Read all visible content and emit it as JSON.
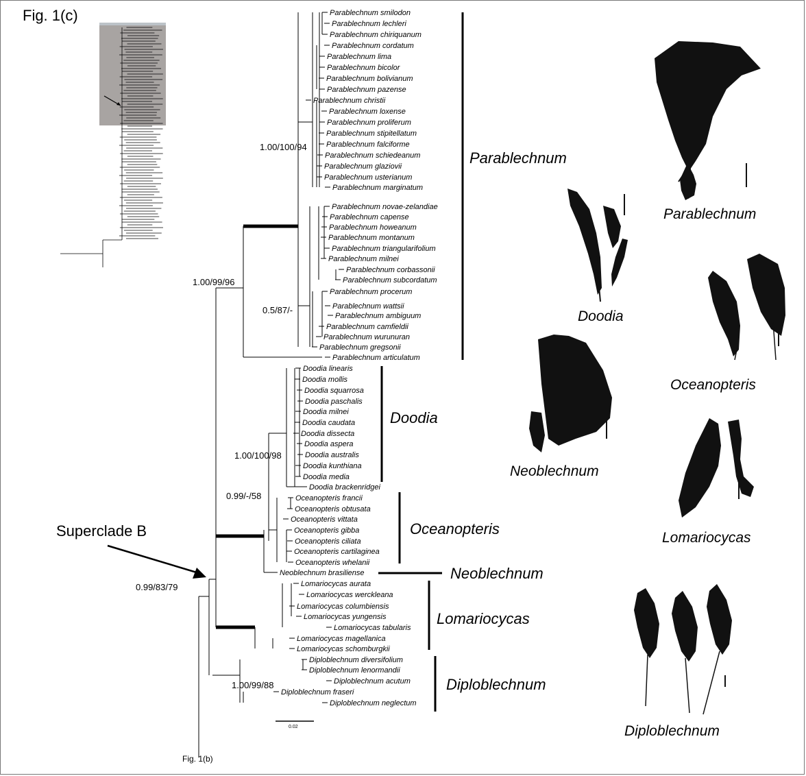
{
  "labels": {
    "fig_1c": "Fig. 1(c)",
    "fig_1b": "Fig. 1(b)",
    "superclade": "Superclade B",
    "scale_value": "0.02"
  },
  "support_values": {
    "parablechnum": "1.00/100/94",
    "root_para": "1.00/99/96",
    "para_sub": "0.5/87/-",
    "doodia": "1.00/100/98",
    "doodia_ocean": "0.99/-/58",
    "superclade_b": "0.99/83/79",
    "diploblechnum": "1.00/99/88"
  },
  "clades": {
    "parablechnum": "Parablechnum",
    "doodia": "Doodia",
    "oceanopteris": "Oceanopteris",
    "neoblechnum": "Neoblechnum",
    "lomariocycas": "Lomariocycas",
    "diploblechnum": "Diploblechnum"
  },
  "photo_labels": {
    "parablechnum": "Parablechnum",
    "doodia": "Doodia",
    "oceanopteris": "Oceanopteris",
    "neoblechnum": "Neoblechnum",
    "lomariocycas": "Lomariocycas",
    "diploblechnum": "Diploblechnum"
  },
  "taxa": {
    "parablechnum": [
      "Parablechnum smilodon",
      "Parablechnum lechleri",
      "Parablechnum chiriquanum",
      "Parablechnum cordatum",
      "Parablechnum lima",
      "Parablechnum bicolor",
      "Parablechnum bolivianum",
      "Parablechnum pazense",
      "Parablechnum christii",
      "Parablechnum loxense",
      "Parablechnum proliferum",
      "Parablechnum stipitellatum",
      "Parablechnum falciforme",
      "Parablechnum schiedeanum",
      "Parablechnum glaziovii",
      "Parablechnum usterianum",
      "Parablechnum marginatum",
      "Parablechnum novae-zelandiae",
      "Parablechnum capense",
      "Parablechnum howeanum",
      "Parablechnum montanum",
      "Parablechnum triangularifolium",
      "Parablechnum milnei",
      "Parablechnum corbassonii",
      "Parablechnum subcordatum",
      "Parablechnum procerum",
      "Parablechnum wattsii",
      "Parablechnum ambiguum",
      "Parablechnum camfieldii",
      "Parablechnum wurunuran",
      "Parablechnum gregsonii",
      "Parablechnum articulatum"
    ],
    "doodia": [
      "Doodia linearis",
      "Doodia mollis",
      "Doodia squarrosa",
      "Doodia paschalis",
      "Doodia milnei",
      "Doodia caudata",
      "Doodia dissecta",
      "Doodia aspera",
      "Doodia australis",
      "Doodia kunthiana",
      "Doodia media",
      "Doodia brackenridgei"
    ],
    "oceanopteris": [
      "Oceanopteris francii",
      "Oceanopteris obtusata",
      "Oceanopteris vittata",
      "Oceanopteris gibba",
      "Oceanopteris ciliata",
      "Oceanopteris cartilaginea",
      "Oceanopteris whelanii"
    ],
    "neoblechnum": [
      "Neoblechnum brasiliense"
    ],
    "lomariocycas": [
      "Lomariocycas aurata",
      "Lomariocycas werckleana",
      "Lomariocycas columbiensis",
      "Lomariocycas yungensis",
      "Lomariocycas tabularis",
      "Lomariocycas magellanica",
      "Lomariocycas schomburgkii"
    ],
    "diploblechnum": [
      "Diploblechnum diversifolium",
      "Diploblechnum lenormandii",
      "Diploblechnum acutum",
      "Diploblechnum fraseri",
      "Diploblechnum neglectum"
    ]
  },
  "colors": {
    "highlight_box": "#a8a4a2",
    "highlight_top": "#bcc3c8",
    "silhouette": "#111111"
  }
}
